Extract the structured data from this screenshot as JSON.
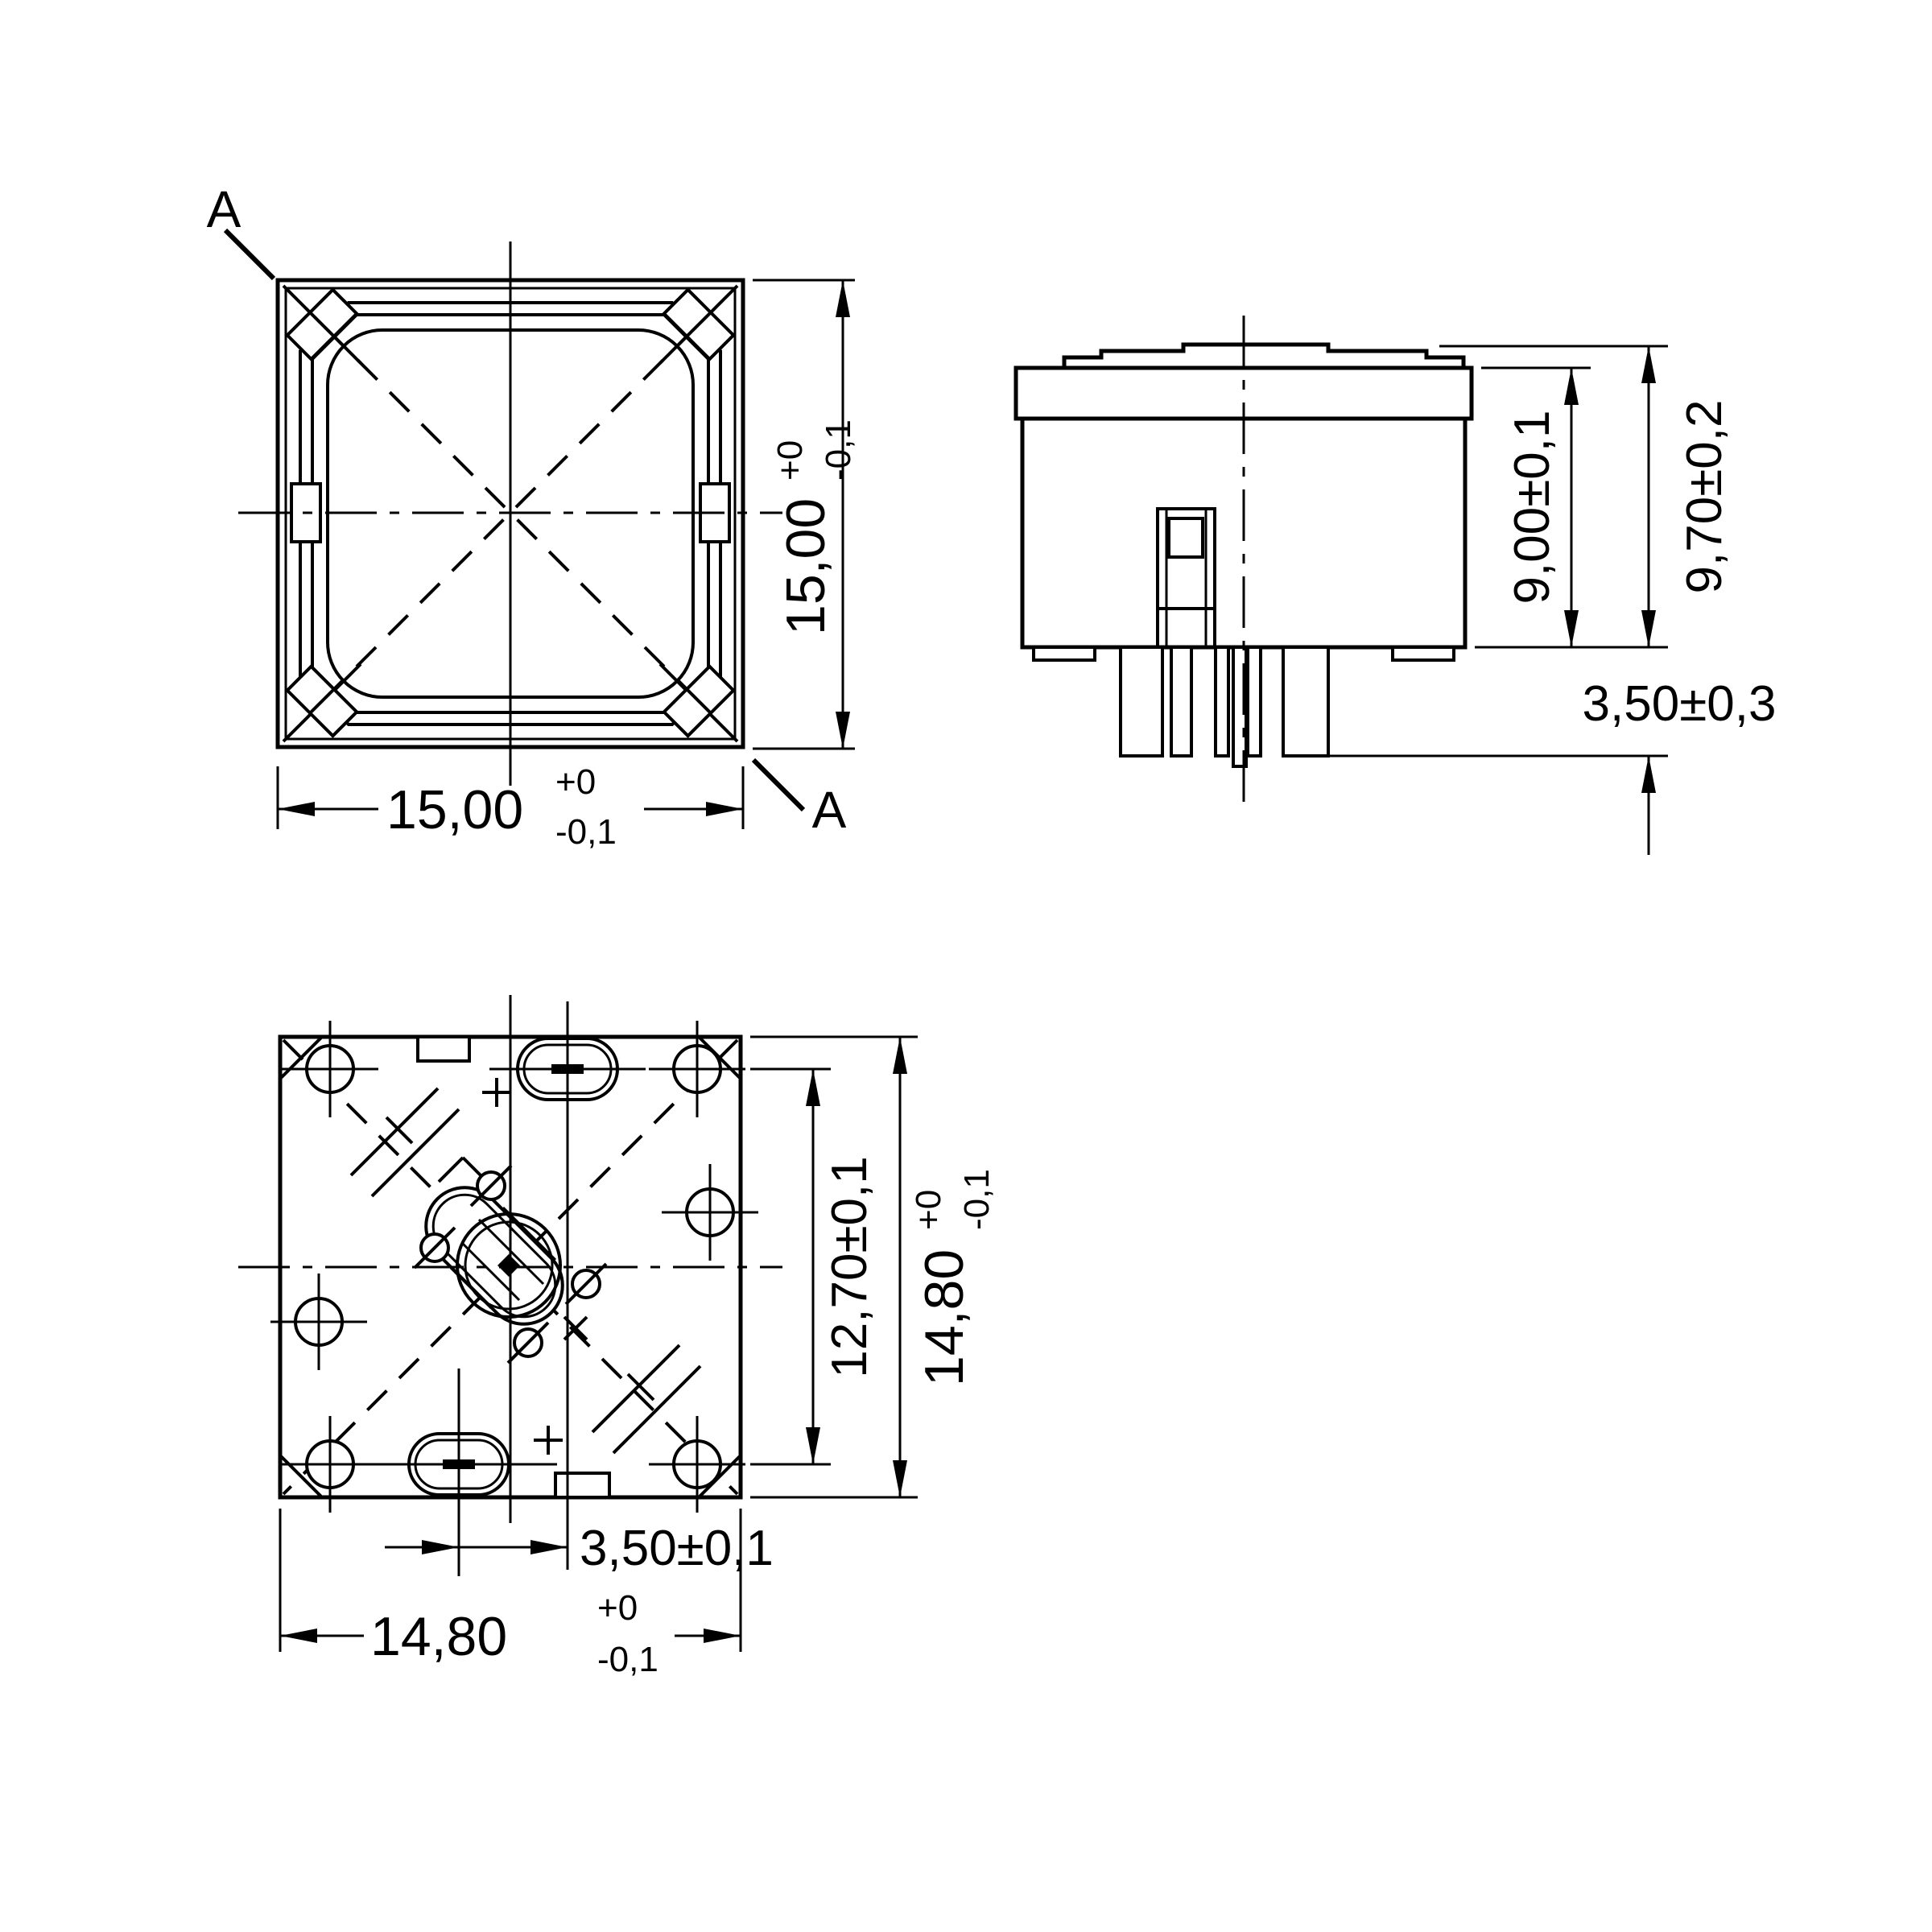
{
  "colors": {
    "ink": "#000000",
    "paper": "#ffffff"
  },
  "views": {
    "front": {
      "section_label_top": "A",
      "section_label_bottom": "A",
      "dim_width": {
        "value": "15,00",
        "tol_plus": "+0",
        "tol_minus": "-0,1"
      },
      "dim_height": {
        "value": "15,00",
        "tol_plus": "+0",
        "tol_minus": "-0,1"
      }
    },
    "side": {
      "dim_housing_height": "9,00±0,1",
      "dim_total_height": "9,70±0,2",
      "dim_pin_length": "3,50±0,3"
    },
    "bottom": {
      "dim_slot_offset": "3,50±0,1",
      "dim_row_spacing": "12,70±0,1",
      "dim_width": {
        "value": "14,80",
        "tol_plus": "+0",
        "tol_minus": "-0,1"
      },
      "dim_height": {
        "value": "14,80",
        "tol_plus": "+0",
        "tol_minus": "-0,1"
      }
    }
  }
}
